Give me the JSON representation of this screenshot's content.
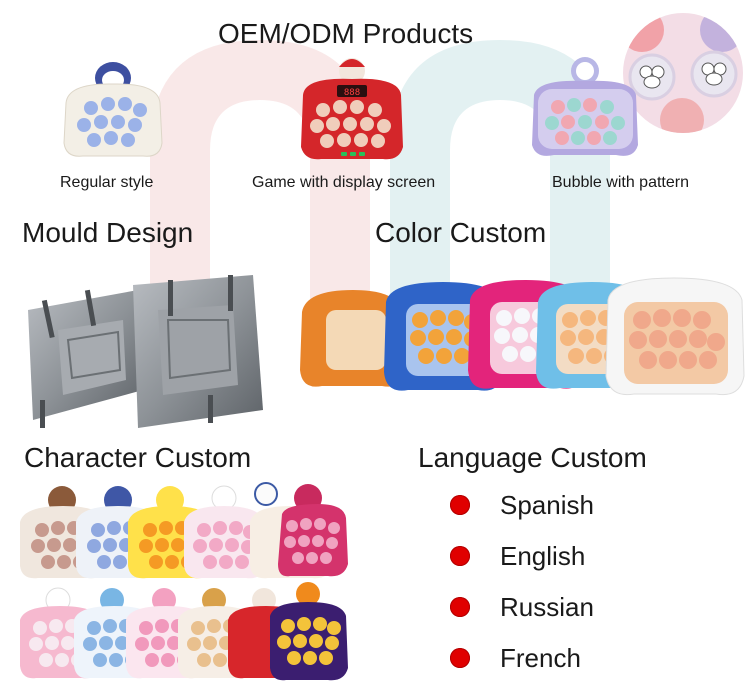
{
  "header": {
    "title": "OEM/ODM Products"
  },
  "products": [
    {
      "caption": "Regular style"
    },
    {
      "caption": "Game with display screen"
    },
    {
      "caption": "Bubble with pattern"
    }
  ],
  "sections": {
    "mould": "Mould Design",
    "color": "Color Custom",
    "character": "Character Custom",
    "language": "Language Custom"
  },
  "languages": [
    "Spanish",
    "English",
    "Russian",
    "French"
  ],
  "display_screen": {
    "digits": "888"
  },
  "colors": {
    "bullet": "#e00000"
  }
}
